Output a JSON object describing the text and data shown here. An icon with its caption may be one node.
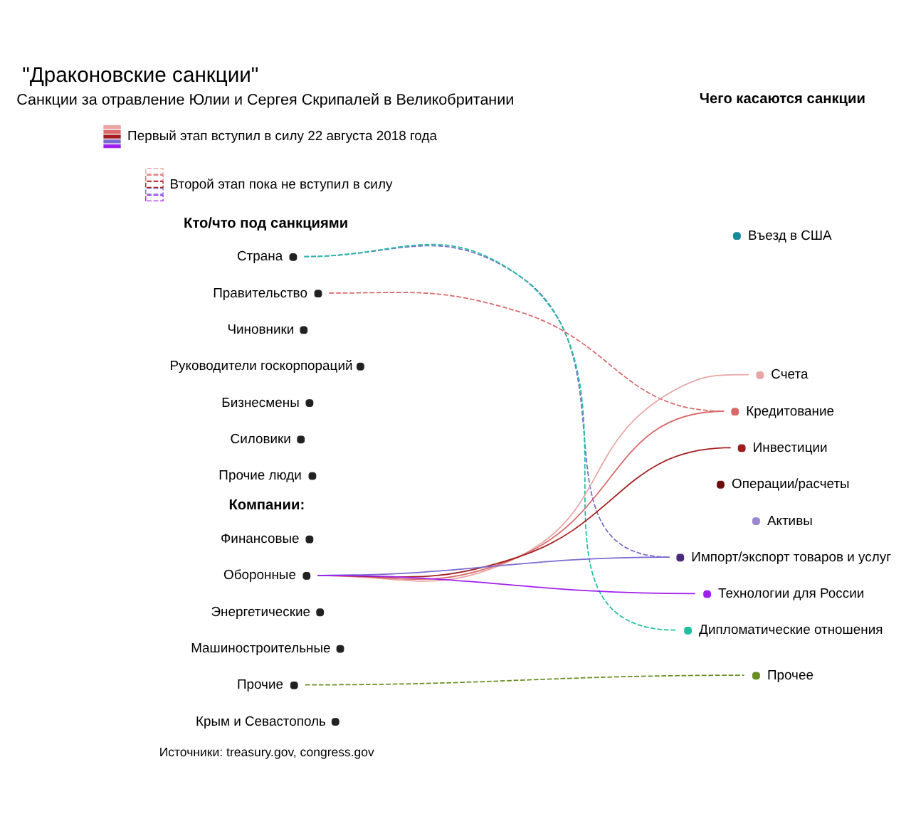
{
  "diagram": {
    "title": "\"Драконовские санкции\"",
    "caption": "Источники: treasury.gov, congress.gov",
    "nodes": [
      {
        "text": [
          "Страна"
        ]
      },
      {
        "text": [
          "Правительство"
        ]
      },
      {
        "text": [
          "Чиновники"
        ]
      },
      {
        "text": [
          "Руководители госкорпораций"
        ]
      },
      {
        "text": [
          "Бизнесмены"
        ]
      },
      {
        "text": [
          "Силовики"
        ]
      },
      {
        "text": [
          "Прочие люди"
        ]
      },
      {
        "text": [
          "Финансовые"
        ]
      },
      {
        "text": [
          "Оборонные"
        ]
      },
      {
        "text": [
          "Энергетические"
        ]
      },
      {
        "text": [
          "Машиностроительные"
        ]
      },
      {
        "text": [
          "Прочие"
        ]
      },
      {
        "text": [
          "Крым и Севастополь"
        ]
      },
      {
        "text": [
          "Въезд в США"
        ]
      },
      {
        "text": [
          "Счета"
        ]
      },
      {
        "text": [
          "Кредитование"
        ]
      },
      {
        "text": [
          "Инвестиции"
        ]
      },
      {
        "text": [
          "Операции/расчеты"
        ]
      },
      {
        "text": [
          "Активы"
        ]
      },
      {
        "text": [
          "Импорт/экспорт товаров и услуг"
        ]
      },
      {
        "text": [
          "Технологии для России"
        ]
      },
      {
        "text": [
          "Дипломатические отношения"
        ]
      },
      {
        "text": [
          "Прочее"
        ]
      }
    ],
    "edges": [
      {
        "from": 0,
        "to": 19,
        "arrow": "none",
        "style": "dashed",
        "color": "#7b6bd0"
      },
      {
        "from": 0,
        "to": 21,
        "arrow": "none",
        "style": "dashed",
        "color": "#20c0a0"
      },
      {
        "from": 1,
        "to": 15,
        "arrow": "none",
        "style": "dashed",
        "color": "#d9696a"
      },
      {
        "from": 8,
        "to": 14,
        "arrow": "none",
        "color": "#e8a5a5"
      },
      {
        "from": 8,
        "to": 15,
        "arrow": "none",
        "color": "#d9696a"
      },
      {
        "from": 8,
        "to": 16,
        "arrow": "none",
        "color": "#a31d1d"
      },
      {
        "from": 8,
        "to": 19,
        "arrow": "none",
        "color": "#7b6bd0"
      },
      {
        "from": 8,
        "to": 20,
        "arrow": "none",
        "color": "#a020f0"
      },
      {
        "from": 11,
        "to": 22,
        "arrow": "none",
        "style": "dashed",
        "color": "#6b8e23"
      }
    ],
    "labels": [
      "Санкции за отравление Юлии и Сергея Скрипалей в Великобритании",
      "Кто/что под санкциями",
      "Чего касаются санкции",
      "Компании:"
    ],
    "legend": [
      {
        "text": "Первый этап вступил в силу 22 августа 2018 года"
      },
      {
        "text": "Второй этап пока не вступил в силу"
      }
    ]
  }
}
